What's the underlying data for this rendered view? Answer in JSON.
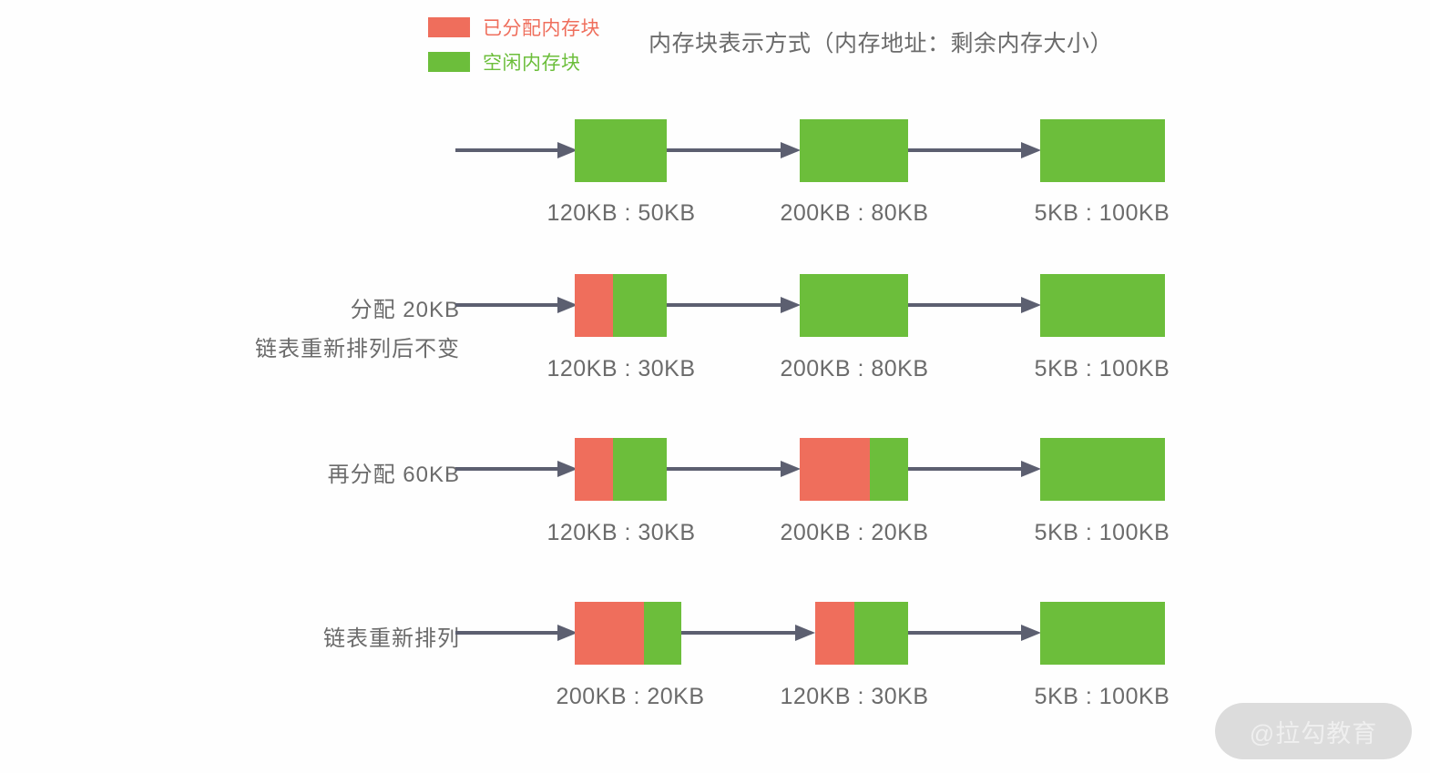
{
  "legend": {
    "items": [
      {
        "label": "已分配内存块",
        "color": "#ef6e5c",
        "icon": "square-swatch-icon"
      },
      {
        "label": "空闲内存块",
        "color": "#6cbe3b",
        "icon": "square-swatch-icon"
      }
    ]
  },
  "title": "内存块表示方式（内存地址：剩余内存大小）",
  "arrow_color": "#5c5f70",
  "watermark": "@拉勾教育",
  "chart_data": {
    "type": "diagram",
    "title": "内存块表示方式（内存地址：剩余内存大小）",
    "legend": [
      "已分配内存块",
      "空闲内存块"
    ],
    "colors": {
      "allocated": "#ef6e5c",
      "free": "#6cbe3b",
      "arrow": "#5c5f70",
      "text": "#6b6b6b"
    },
    "rows": [
      {
        "labels": [],
        "blocks": [
          {
            "caption": "120KB : 50KB",
            "address": "120KB",
            "free": "50KB",
            "used_ratio": 0.0
          },
          {
            "caption": "200KB : 80KB",
            "address": "200KB",
            "free": "80KB",
            "used_ratio": 0.0
          },
          {
            "caption": "5KB : 100KB",
            "address": "5KB",
            "free": "100KB",
            "used_ratio": 0.0
          }
        ]
      },
      {
        "labels": [
          "分配 20KB",
          "链表重新排列后不变"
        ],
        "blocks": [
          {
            "caption": "120KB : 30KB",
            "address": "120KB",
            "free": "30KB",
            "used_ratio": 0.42
          },
          {
            "caption": "200KB : 80KB",
            "address": "200KB",
            "free": "80KB",
            "used_ratio": 0.0
          },
          {
            "caption": "5KB : 100KB",
            "address": "5KB",
            "free": "100KB",
            "used_ratio": 0.0
          }
        ]
      },
      {
        "labels": [
          "再分配 60KB"
        ],
        "blocks": [
          {
            "caption": "120KB : 30KB",
            "address": "120KB",
            "free": "30KB",
            "used_ratio": 0.42
          },
          {
            "caption": "200KB : 20KB",
            "address": "200KB",
            "free": "20KB",
            "used_ratio": 0.65
          },
          {
            "caption": "5KB : 100KB",
            "address": "5KB",
            "free": "100KB",
            "used_ratio": 0.0
          }
        ]
      },
      {
        "labels": [
          "链表重新排列"
        ],
        "blocks": [
          {
            "caption": "200KB : 20KB",
            "address": "200KB",
            "free": "20KB",
            "used_ratio": 0.65
          },
          {
            "caption": "120KB : 30KB",
            "address": "120KB",
            "free": "30KB",
            "used_ratio": 0.42
          },
          {
            "caption": "5KB : 100KB",
            "address": "5KB",
            "free": "100KB",
            "used_ratio": 0.0
          }
        ]
      }
    ]
  }
}
